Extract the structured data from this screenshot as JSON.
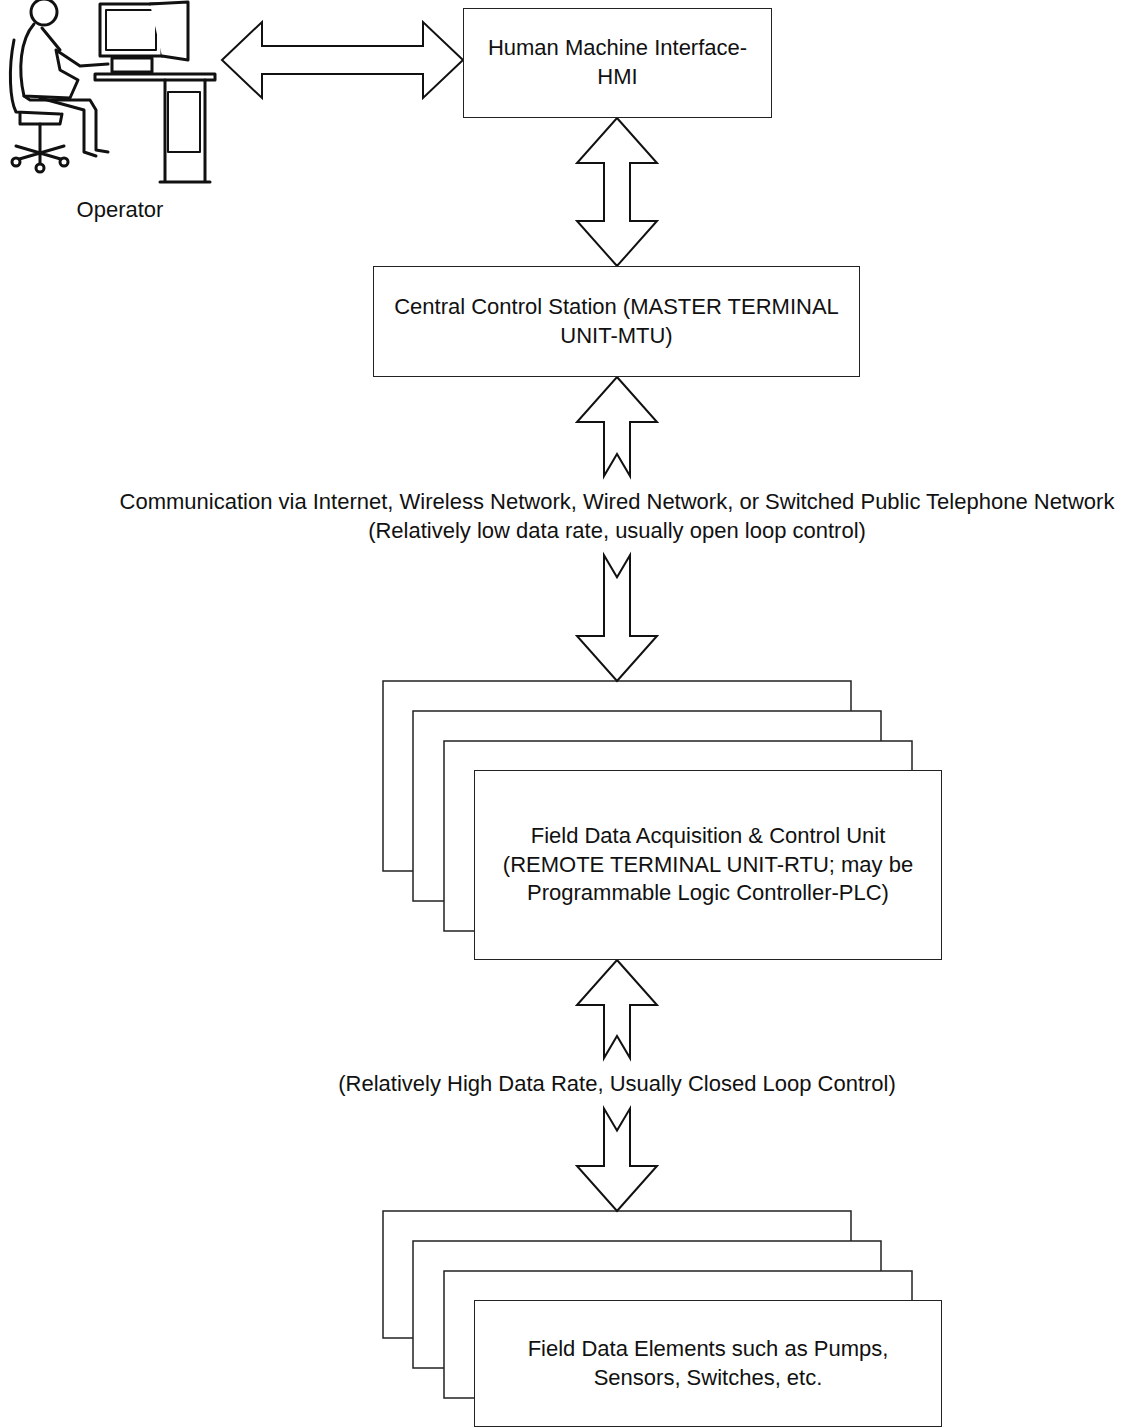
{
  "diagram": {
    "nodes": [
      {
        "text": [
          "Human Machine Interface-HMI"
        ]
      },
      {
        "text": [
          "Central Control Station (MASTER TERMINAL UNIT-MTU)"
        ]
      },
      {
        "text": [
          "Field Data Acquisition & Control Unit (REMOTE TERMINAL UNIT-RTU; may be Programmable Logic Controller-PLC)"
        ]
      },
      {
        "text": [
          "Field Data Elements such as Pumps, Sensors, Switches, etc."
        ]
      }
    ],
    "edges": [
      {
        "from": 0,
        "to": 1,
        "arrow": "both"
      },
      {
        "from": 1,
        "to": 2,
        "label": "Communication via Internet, Wireless Network, Wired Network, or Switched Public Telephone Network (Relatively low data rate, usually open loop control)",
        "arrow": "both"
      },
      {
        "from": 2,
        "to": 3,
        "label": "(Relatively High Data Rate, Usually Closed Loop Control)",
        "arrow": "both"
      }
    ],
    "labels": [
      "Operator"
    ]
  }
}
